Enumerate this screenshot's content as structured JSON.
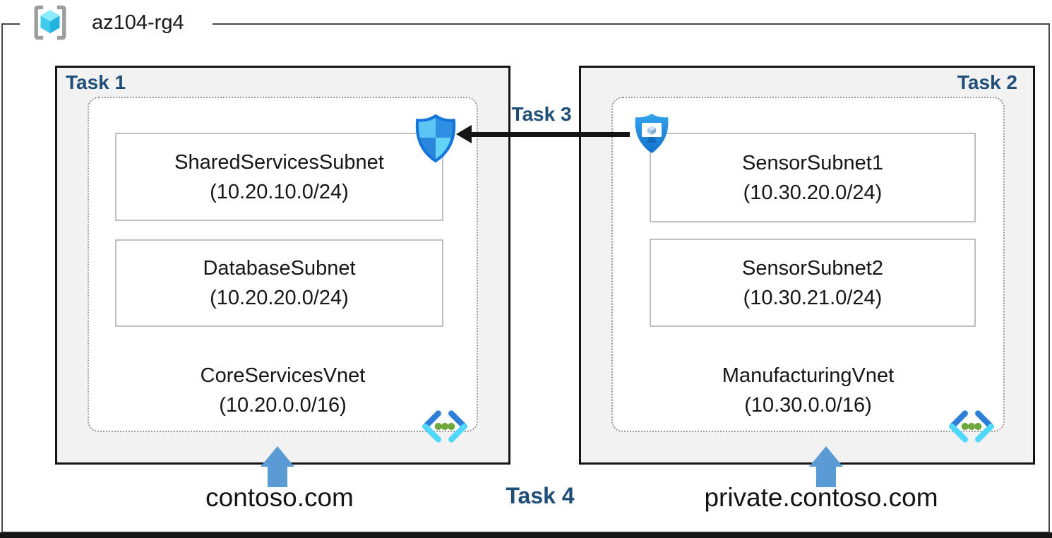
{
  "resource_group": {
    "name": "az104-rg4"
  },
  "task_labels": {
    "task1": "Task 1",
    "task2": "Task 2",
    "task3": "Task 3",
    "task4": "Task 4"
  },
  "left_vnet": {
    "name": "CoreServicesVnet",
    "cidr": "(10.20.0.0/16)",
    "subnets": [
      {
        "name": "SharedServicesSubnet",
        "cidr": "(10.20.10.0/24)"
      },
      {
        "name": "DatabaseSubnet",
        "cidr": "(10.20.20.0/24)"
      }
    ],
    "dns_label": "contoso.com"
  },
  "right_vnet": {
    "name": "ManufacturingVnet",
    "cidr": "(10.30.0.0/16)",
    "subnets": [
      {
        "name": "SensorSubnet1",
        "cidr": "(10.30.20.0/24)"
      },
      {
        "name": "SensorSubnet2",
        "cidr": "(10.30.21.0/24)"
      }
    ],
    "dns_label": "private.contoso.com"
  },
  "icons": {
    "resource_group": "resource-group-icon",
    "left_shield": "network-security-shield-icon",
    "right_shield": "defender-vm-shield-icon",
    "virtual_network": "virtual-network-icon"
  },
  "colors": {
    "task_label_blue": "#1f4e79",
    "box_fill_gray": "#f2f2f2",
    "up_arrow_blue": "#5b9bd5",
    "arrow_black": "#141414",
    "vnet_chevron_blue": "#2e7ed7",
    "vnet_chevron_cyan": "#4fd8fb",
    "vnet_dot_green": "#6fa83c",
    "shield_outline_blue": "#1474dc"
  }
}
